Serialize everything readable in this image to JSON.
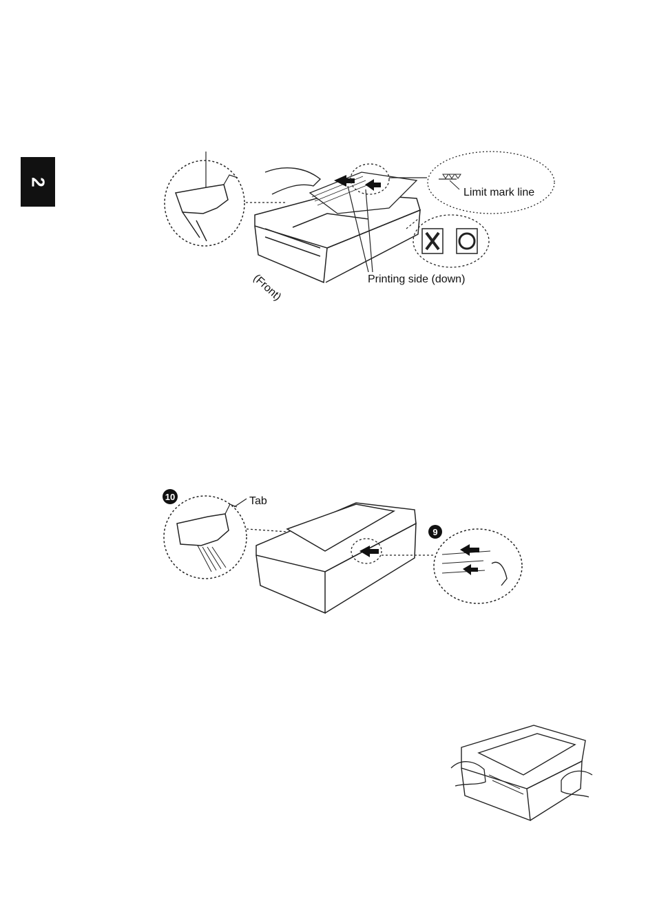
{
  "chapter_tab": {
    "number": "2"
  },
  "figure_load_paper": {
    "labels": {
      "limit_mark_line": "Limit mark line",
      "printing_side": "Printing side (down)",
      "front": "(Front)"
    }
  },
  "figure_adjust_guides": {
    "labels": {
      "tab": "Tab"
    },
    "step_badges": [
      "10",
      "9"
    ]
  },
  "figure_insert_tray": {}
}
